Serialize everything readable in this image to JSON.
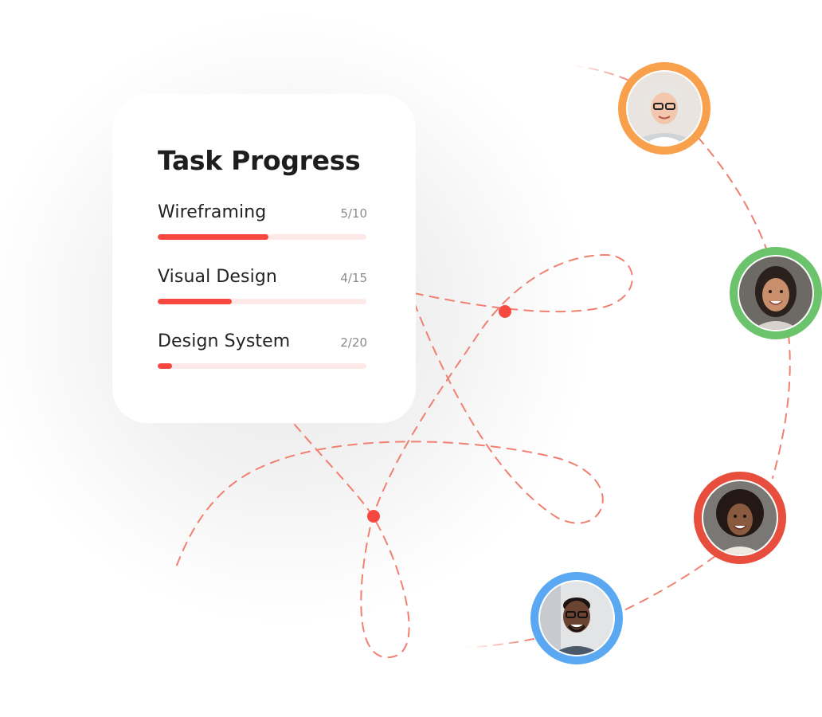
{
  "card": {
    "title": "Task Progress",
    "tasks": [
      {
        "name": "Wireframing",
        "done": 5,
        "total": 10,
        "label": "5/10",
        "progress": 0.53
      },
      {
        "name": "Visual Design",
        "done": 4,
        "total": 15,
        "label": "4/15",
        "progress": 0.355
      },
      {
        "name": "Design System",
        "done": 2,
        "total": 20,
        "label": "2/20",
        "progress": 0.07
      }
    ]
  },
  "colors": {
    "accent": "#f6483e",
    "track": "#fdeae8",
    "path": "#f08070",
    "ring_orange": "#f9a04c",
    "ring_green": "#6bc36b",
    "ring_red": "#e84e3e",
    "ring_blue": "#5aa8f2"
  },
  "avatars": [
    {
      "name": "avatar-woman-glasses",
      "ring": "orange"
    },
    {
      "name": "avatar-woman-smiling",
      "ring": "green"
    },
    {
      "name": "avatar-woman-curly",
      "ring": "red"
    },
    {
      "name": "avatar-man-glasses",
      "ring": "blue"
    }
  ]
}
